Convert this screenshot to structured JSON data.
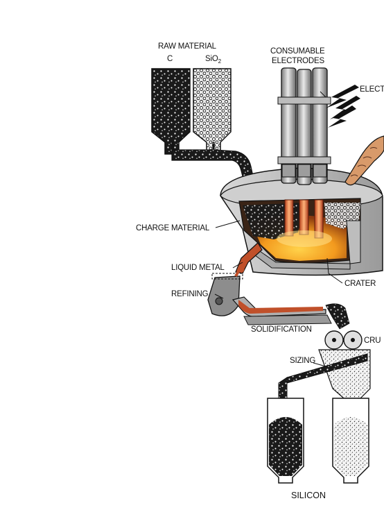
{
  "labels": {
    "raw_material": "RAW MATERIAL",
    "carbon": "C",
    "silica_main": "SiO",
    "silica_sub": "2",
    "consumable_line1": "CONSUMABLE",
    "consumable_line2": "ELECTRODES",
    "electricity_partial": "ELECT",
    "charge_material": "CHARGE MATERIAL",
    "liquid_metal": "LIQUID METAL",
    "refining": "REFINING",
    "crater": "CRATER",
    "solidification": "SOLIDIFICATION",
    "crushing_partial": "CRU",
    "sizing": "SIZING",
    "silicon": "SILICON"
  }
}
